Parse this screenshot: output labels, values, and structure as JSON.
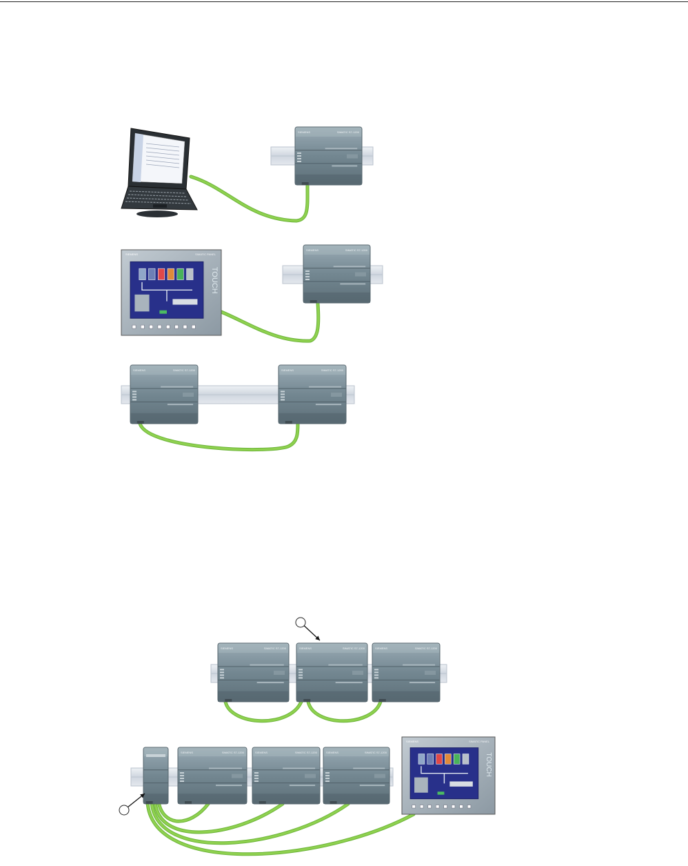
{
  "diagram": {
    "panel_brand_label": "SIEMENS",
    "panel_model_label": "SIMATIC PANEL",
    "panel_touch_label": "TOUCH",
    "plc_brand_label": "SIEMENS",
    "plc_model_label": "SIMATIC S7-1200",
    "callouts": [
      "",
      ""
    ],
    "colors": {
      "cable": "#8fd14f",
      "cable_dark": "#6cb43a",
      "plc_body": "#6e8490",
      "plc_top": "#9fb0b8",
      "din_rail": "#d3dae2",
      "hmi_frame": "#9aa7b1",
      "hmi_screen": "#28308a"
    }
  }
}
